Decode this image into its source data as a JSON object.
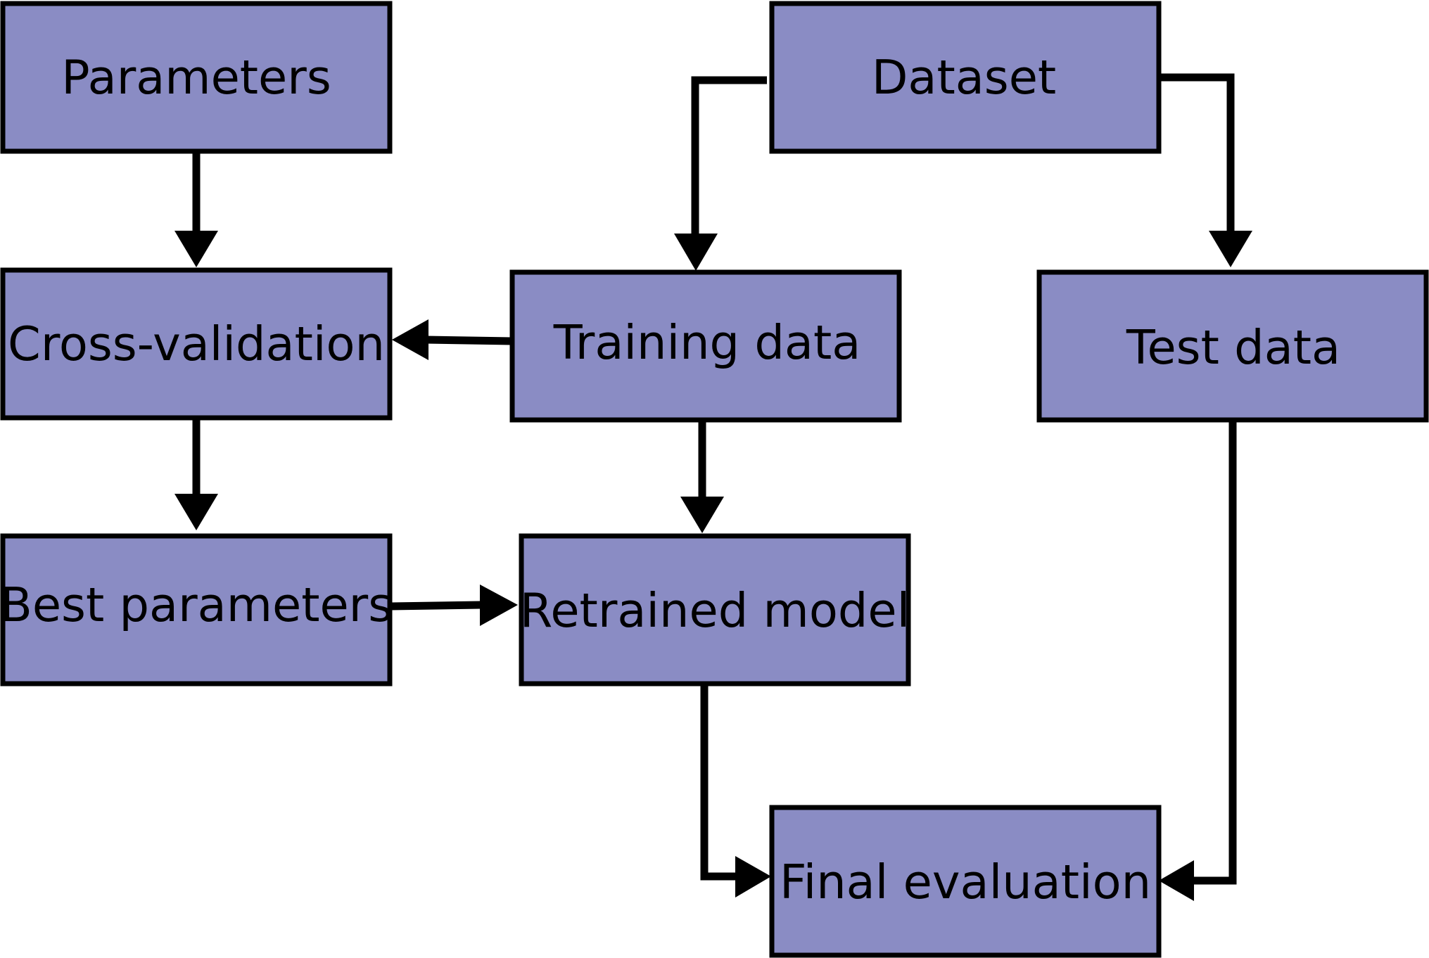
{
  "colors": {
    "box_fill": "#8a8cc4",
    "box_stroke": "#000000",
    "arrow": "#000000",
    "background": "#ffffff"
  },
  "nodes": {
    "parameters": "Parameters",
    "dataset": "Dataset",
    "cross_validation": "Cross-validation",
    "training_data": "Training data",
    "test_data": "Test data",
    "best_parameters": "Best parameters",
    "retrained_model": "Retrained model",
    "final_evaluation": "Final evaluation"
  },
  "edges": [
    {
      "from": "Parameters",
      "to": "Cross-validation"
    },
    {
      "from": "Dataset",
      "to": "Training data"
    },
    {
      "from": "Dataset",
      "to": "Test data"
    },
    {
      "from": "Training data",
      "to": "Cross-validation"
    },
    {
      "from": "Cross-validation",
      "to": "Best parameters"
    },
    {
      "from": "Training data",
      "to": "Retrained model"
    },
    {
      "from": "Best parameters",
      "to": "Retrained model"
    },
    {
      "from": "Retrained model",
      "to": "Final evaluation"
    },
    {
      "from": "Test data",
      "to": "Final evaluation"
    }
  ]
}
